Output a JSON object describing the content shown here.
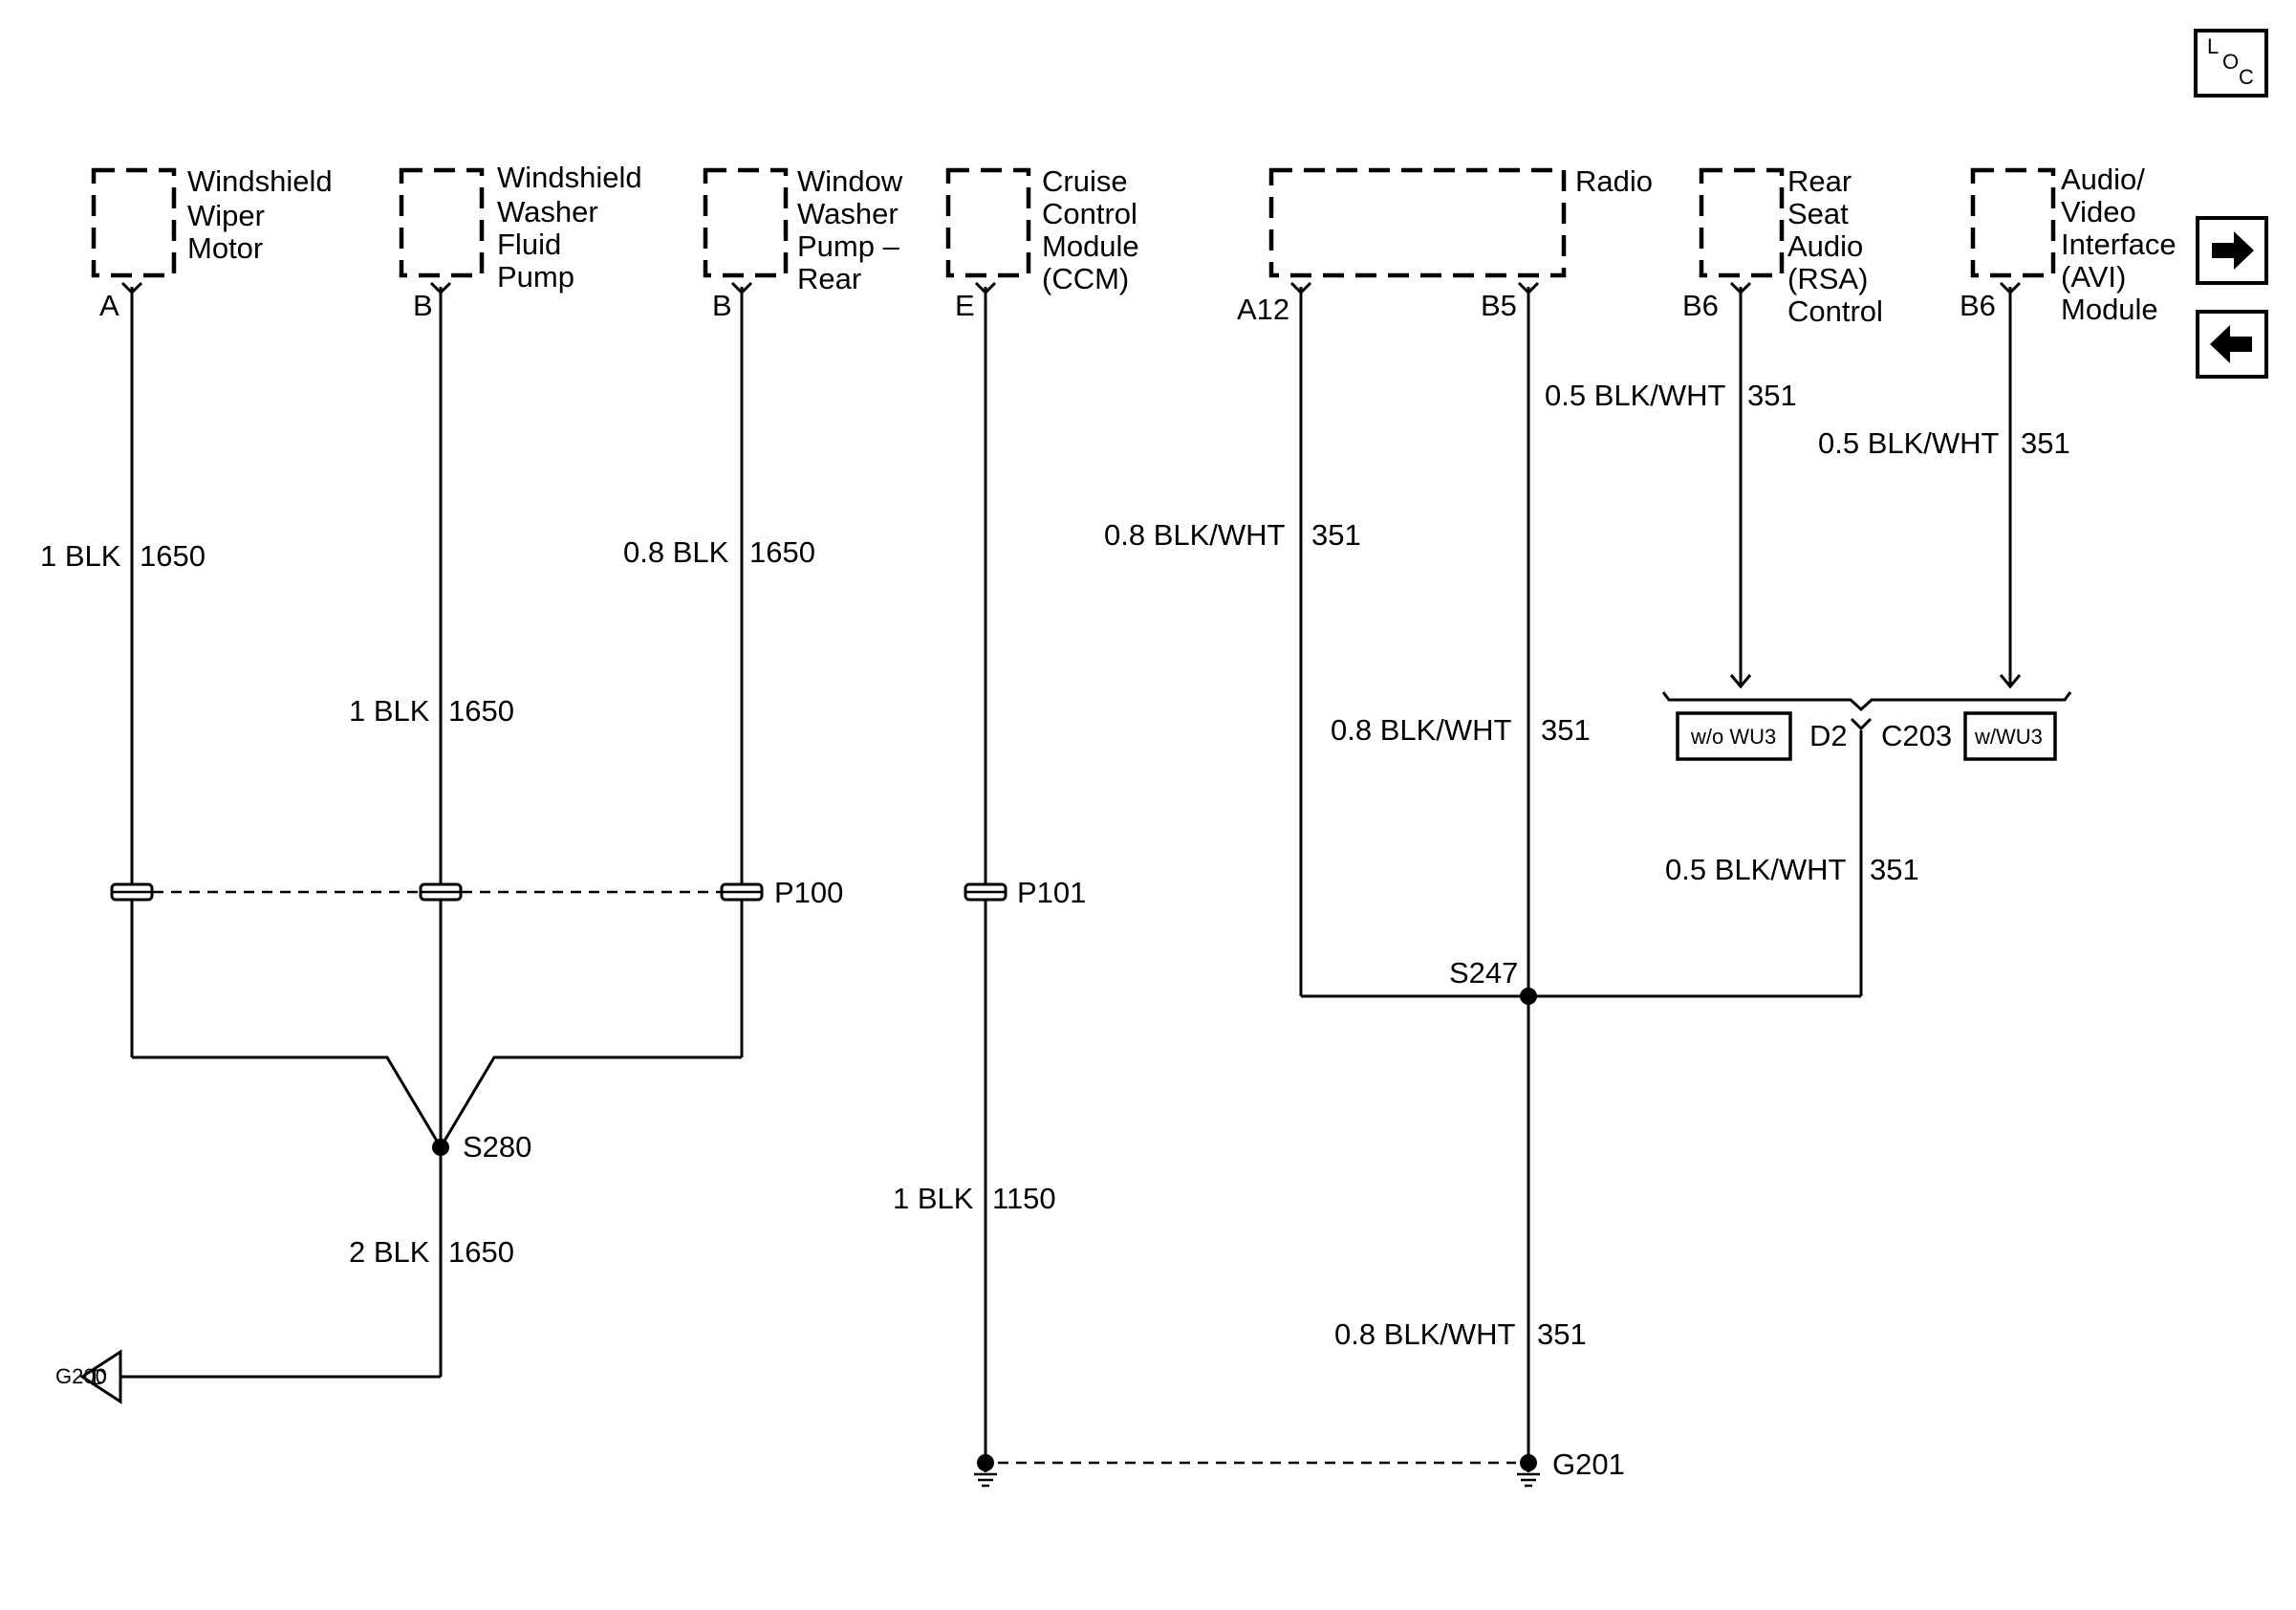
{
  "components": {
    "wiper_motor": {
      "lines": [
        "Windshield",
        "Wiper",
        "Motor"
      ],
      "pin": "A"
    },
    "washer_pump": {
      "lines": [
        "Windshield",
        "Washer",
        "Fluid",
        "Pump"
      ],
      "pin": "B"
    },
    "rear_pump": {
      "lines": [
        "Window",
        "Washer",
        "Pump –",
        "Rear"
      ],
      "pin": "B"
    },
    "ccm": {
      "lines": [
        "Cruise",
        "Control",
        "Module",
        "(CCM)"
      ],
      "pin": "E"
    },
    "radio": {
      "lines": [
        "Radio"
      ],
      "pin_a": "A12",
      "pin_b": "B5"
    },
    "rsa": {
      "lines": [
        "Rear",
        "Seat",
        "Audio",
        "(RSA)",
        "Control"
      ],
      "pin": "B6"
    },
    "avi": {
      "lines": [
        "Audio/",
        "Video",
        "Interface",
        "(AVI)",
        "Module"
      ],
      "pin": "B6"
    }
  },
  "wires": {
    "wiper": {
      "gauge": "1 BLK",
      "circuit": "1650"
    },
    "washer": {
      "gauge": "1 BLK",
      "circuit": "1650"
    },
    "rear_pump": {
      "gauge": "0.8 BLK",
      "circuit": "1650"
    },
    "ground_g200": {
      "gauge": "2 BLK",
      "circuit": "1650"
    },
    "ccm": {
      "gauge": "1 BLK",
      "circuit": "1150"
    },
    "radio_a12": {
      "gauge": "0.8 BLK/WHT",
      "circuit": "351"
    },
    "radio_b5": {
      "gauge": "0.8 BLK/WHT",
      "circuit": "351"
    },
    "rsa": {
      "gauge": "0.5 BLK/WHT",
      "circuit": "351"
    },
    "avi": {
      "gauge": "0.5 BLK/WHT",
      "circuit": "351"
    },
    "c203_d2": {
      "gauge": "0.5 BLK/WHT",
      "circuit": "351"
    },
    "ground_g201": {
      "gauge": "0.8 BLK/WHT",
      "circuit": "351"
    }
  },
  "connectors": {
    "p100": "P100",
    "p101": "P101",
    "c203": "C203",
    "c203_pin": "D2",
    "opt_without": "w/o WU3",
    "opt_with": "w/WU3"
  },
  "splices": {
    "s280": "S280",
    "s247": "S247"
  },
  "grounds": {
    "g200": "G200",
    "g200_tag": "D",
    "g201": "G201"
  },
  "nav": {
    "loc_letters": [
      "L",
      "O",
      "C"
    ],
    "forward_icon": "arrow-right-icon",
    "back_icon": "arrow-left-icon"
  }
}
